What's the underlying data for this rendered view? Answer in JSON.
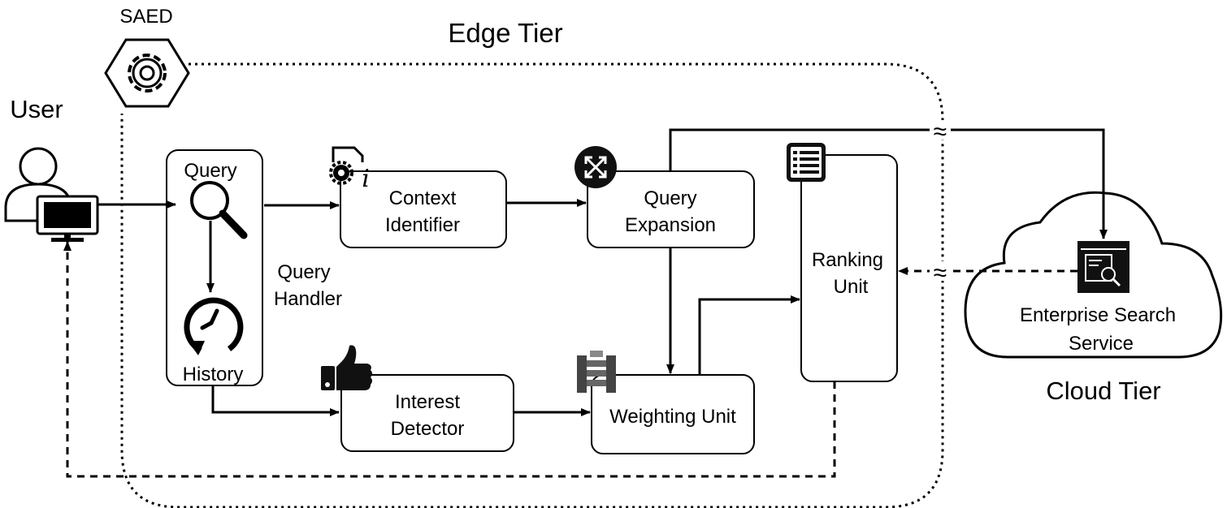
{
  "labels": {
    "saed": "SAED",
    "edge_tier": "Edge Tier",
    "user": "User",
    "query": "Query",
    "history": "History",
    "query_handler_1": "Query",
    "query_handler_2": "Handler",
    "context_1": "Context",
    "context_2": "Identifier",
    "expansion_1": "Query",
    "expansion_2": "Expansion",
    "ranking_1": "Ranking",
    "ranking_2": "Unit",
    "interest_1": "Interest",
    "interest_2": "Detector",
    "weighting": "Weighting Unit",
    "ess_1": "Enterprise Search",
    "ess_2": "Service",
    "cloud_tier": "Cloud Tier",
    "break_symbol": "≈"
  },
  "icons": [
    "gear-hexagon-icon",
    "user-icon",
    "monitor-icon",
    "search-icon",
    "history-icon",
    "settings-info-icon",
    "expand-icon",
    "list-icon",
    "thumbs-up-icon",
    "stack-icon",
    "search-window-icon",
    "cloud-icon"
  ],
  "colors": {
    "stroke": "#000000",
    "background": "#ffffff",
    "fill_dark": "#111111"
  }
}
